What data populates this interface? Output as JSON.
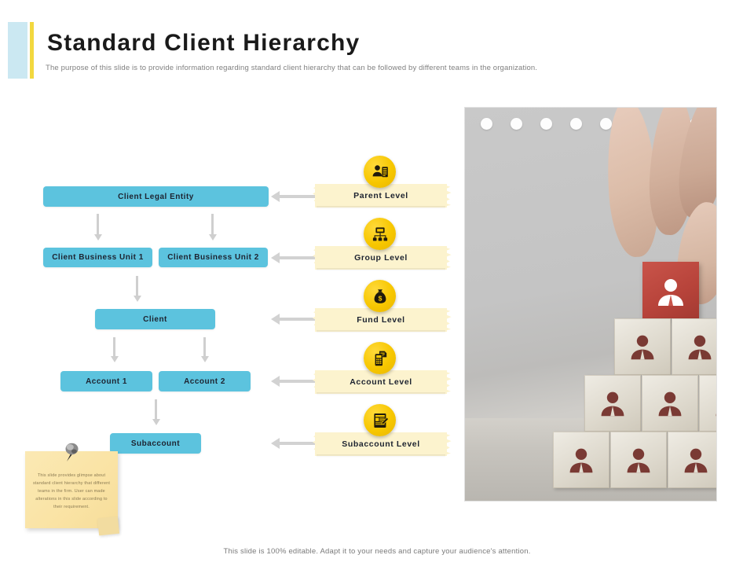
{
  "header": {
    "title": "Standard Client Hierarchy",
    "subtitle": "The purpose of this slide is to provide information regarding standard client hierarchy that can be followed by different teams in the organization.",
    "accent_blue": "#cbe8f2",
    "accent_yellow": "#f2d83f"
  },
  "diagram": {
    "node_color": "#5cc3de",
    "arrow_color": "#d2d2d2",
    "nodes": [
      {
        "id": "client-legal-entity",
        "label": "Client Legal Entity"
      },
      {
        "id": "client-business-unit-1",
        "label": "Client Business Unit 1"
      },
      {
        "id": "client-business-unit-2",
        "label": "Client Business Unit 2"
      },
      {
        "id": "client",
        "label": "Client"
      },
      {
        "id": "account-1",
        "label": "Account 1"
      },
      {
        "id": "account-2",
        "label": "Account 2"
      },
      {
        "id": "subaccount",
        "label": "Subaccount"
      }
    ]
  },
  "levels": {
    "banner_color": "#fcf3ce",
    "badge_color": "#f7c700",
    "items": [
      {
        "id": "parent-level",
        "label": "Parent Level",
        "icon": "person-document-icon"
      },
      {
        "id": "group-level",
        "label": "Group Level",
        "icon": "org-chart-icon"
      },
      {
        "id": "fund-level",
        "label": "Fund Level",
        "icon": "money-bag-icon"
      },
      {
        "id": "account-level",
        "label": "Account Level",
        "icon": "card-terminal-icon"
      },
      {
        "id": "subaccount-level",
        "label": "Subaccount Level",
        "icon": "document-pen-icon"
      }
    ]
  },
  "sticky_note": {
    "text": "This slide provides glimpse about standard client hierarchy that different teams in the firm. User can made alterations in this slide according to their requirement."
  },
  "photo": {
    "alt": "hand placing red person block on top of wooden block pyramid",
    "block_color": "#e2ddd1",
    "person_color": "#7a3a34",
    "top_block_color": "#b7433a"
  },
  "footer": {
    "text": "This slide is 100% editable. Adapt it to your needs and capture your audience's attention."
  }
}
